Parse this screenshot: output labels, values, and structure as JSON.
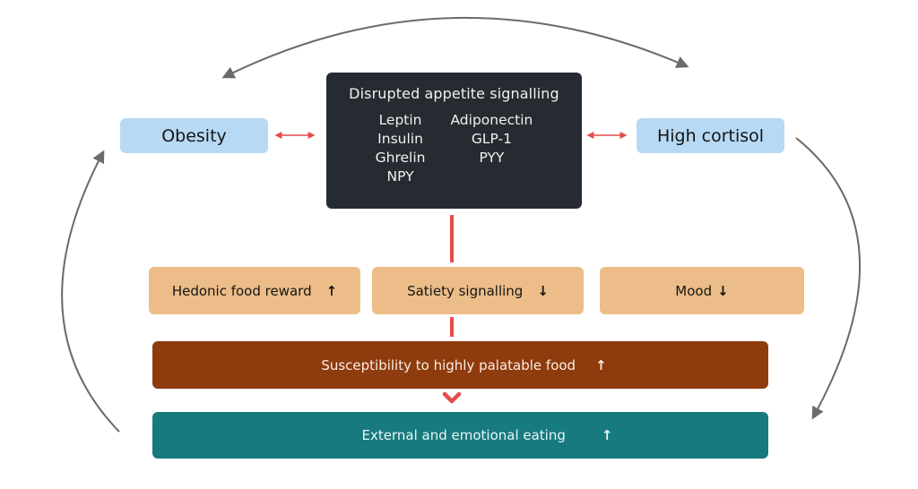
{
  "diagram": {
    "center": {
      "title": "Disrupted appetite signalling",
      "left_hormones": [
        "Leptin",
        "Insulin",
        "Ghrelin",
        "NPY"
      ],
      "right_hormones": [
        "Adiponectin",
        "GLP-1",
        "PYY"
      ]
    },
    "left_node": {
      "label": "Obesity"
    },
    "right_node": {
      "label": "High cortisol"
    },
    "effects": [
      {
        "label": "Hedonic food reward",
        "direction": "increase",
        "glyph": "↑"
      },
      {
        "label": "Satiety signalling",
        "direction": "decrease",
        "glyph": "↓"
      },
      {
        "label": "Mood",
        "direction": "decrease",
        "glyph": "↓"
      }
    ],
    "susceptibility": {
      "label": "Susceptibility to highly palatable food",
      "direction": "increase",
      "glyph": "↑"
    },
    "eating": {
      "label": "External and emotional eating",
      "direction": "increase",
      "glyph": "↑"
    },
    "colors": {
      "node_blue": "#b7d9f4",
      "center_dark": "#262b31",
      "effect_tan": "#ecbd88",
      "susceptibility_brown": "#8e3b0e",
      "eating_teal": "#177a7f",
      "connector_red": "#e64b4b",
      "cycle_arrow_gray": "#6b6b6b"
    }
  }
}
